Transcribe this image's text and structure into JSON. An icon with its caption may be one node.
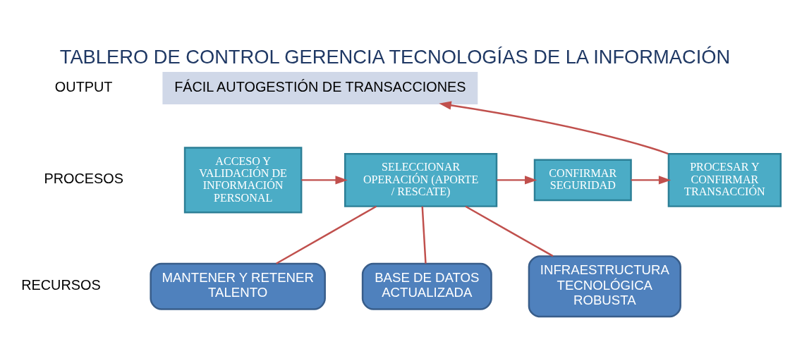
{
  "diagram": {
    "title": "TABLERO DE CONTROL GERENCIA TECNOLOGÍAS DE LA INFORMACIÓN",
    "nodes": [
      {
        "text": [
          "FÁCIL AUTOGESTIÓN DE TRANSACCIONES"
        ]
      },
      {
        "text": [
          "ACCESO Y VALIDACIÓN DE INFORMACIÓN PERSONAL"
        ]
      },
      {
        "text": [
          "SELECCIONAR OPERACIÓN (APORTE / RESCATE)"
        ]
      },
      {
        "text": [
          "CONFIRMAR SEGURIDAD"
        ]
      },
      {
        "text": [
          "PROCESAR Y CONFIRMAR TRANSACCIÓN"
        ]
      },
      {
        "text": [
          "BASE DE DATOS ACTUALIZADA"
        ]
      },
      {
        "text": [
          "INFRAESTRUCTURA TECNOLÓGICA ROBUSTA"
        ]
      },
      {
        "text": [
          "MANTENER Y RETENER TALENTO"
        ]
      }
    ],
    "edges": [
      {
        "from": 1,
        "to": 2,
        "arrow": "to"
      },
      {
        "from": 2,
        "to": 3,
        "arrow": "to"
      },
      {
        "from": 3,
        "to": 4,
        "arrow": "to"
      },
      {
        "from": 4,
        "to": 0,
        "arrow": "to"
      },
      {
        "from": 2,
        "to": 5,
        "arrow": "none"
      },
      {
        "from": 2,
        "to": 6,
        "arrow": "none"
      },
      {
        "from": 2,
        "to": 7,
        "arrow": "none"
      }
    ],
    "labels": [
      "OUTPUT",
      "PROCESOS",
      "RECURSOS"
    ]
  }
}
